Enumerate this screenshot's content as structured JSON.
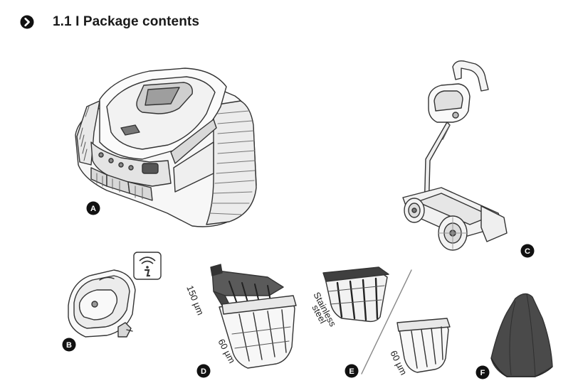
{
  "section": {
    "number": "1.1",
    "separator": "I",
    "title": "Package contents",
    "full_heading": "1.1 I Package contents"
  },
  "items": {
    "A": {
      "letter": "A",
      "icon": "pool-robot-icon"
    },
    "B": {
      "letter": "B",
      "icon": "power-supply-icon"
    },
    "C": {
      "letter": "C",
      "icon": "trolley-caddy-icon"
    },
    "D": {
      "letter": "D",
      "icon": "filter-baskets-icon",
      "labels": [
        "150 µm",
        "60 µm"
      ]
    },
    "E": {
      "letter": "E",
      "icon": "filter-baskets-steel-icon",
      "labels": [
        "Stainless",
        "steel",
        "60 µm"
      ]
    },
    "F": {
      "letter": "F",
      "icon": "protective-cover-icon"
    }
  },
  "info_badge": {
    "icon": "wifi-info-icon"
  }
}
